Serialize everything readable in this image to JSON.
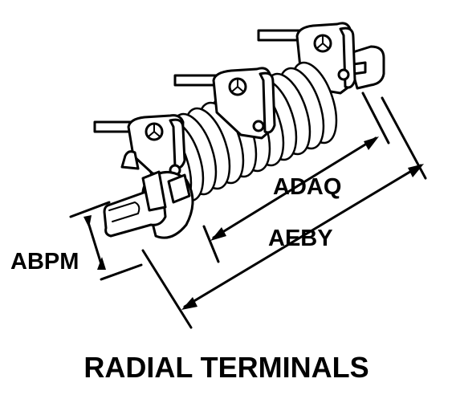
{
  "dimensions": {
    "abpm": "ABPM",
    "adaq": "ADAQ",
    "aeby": "AEBY"
  },
  "caption": "RADIAL TERMINALS"
}
